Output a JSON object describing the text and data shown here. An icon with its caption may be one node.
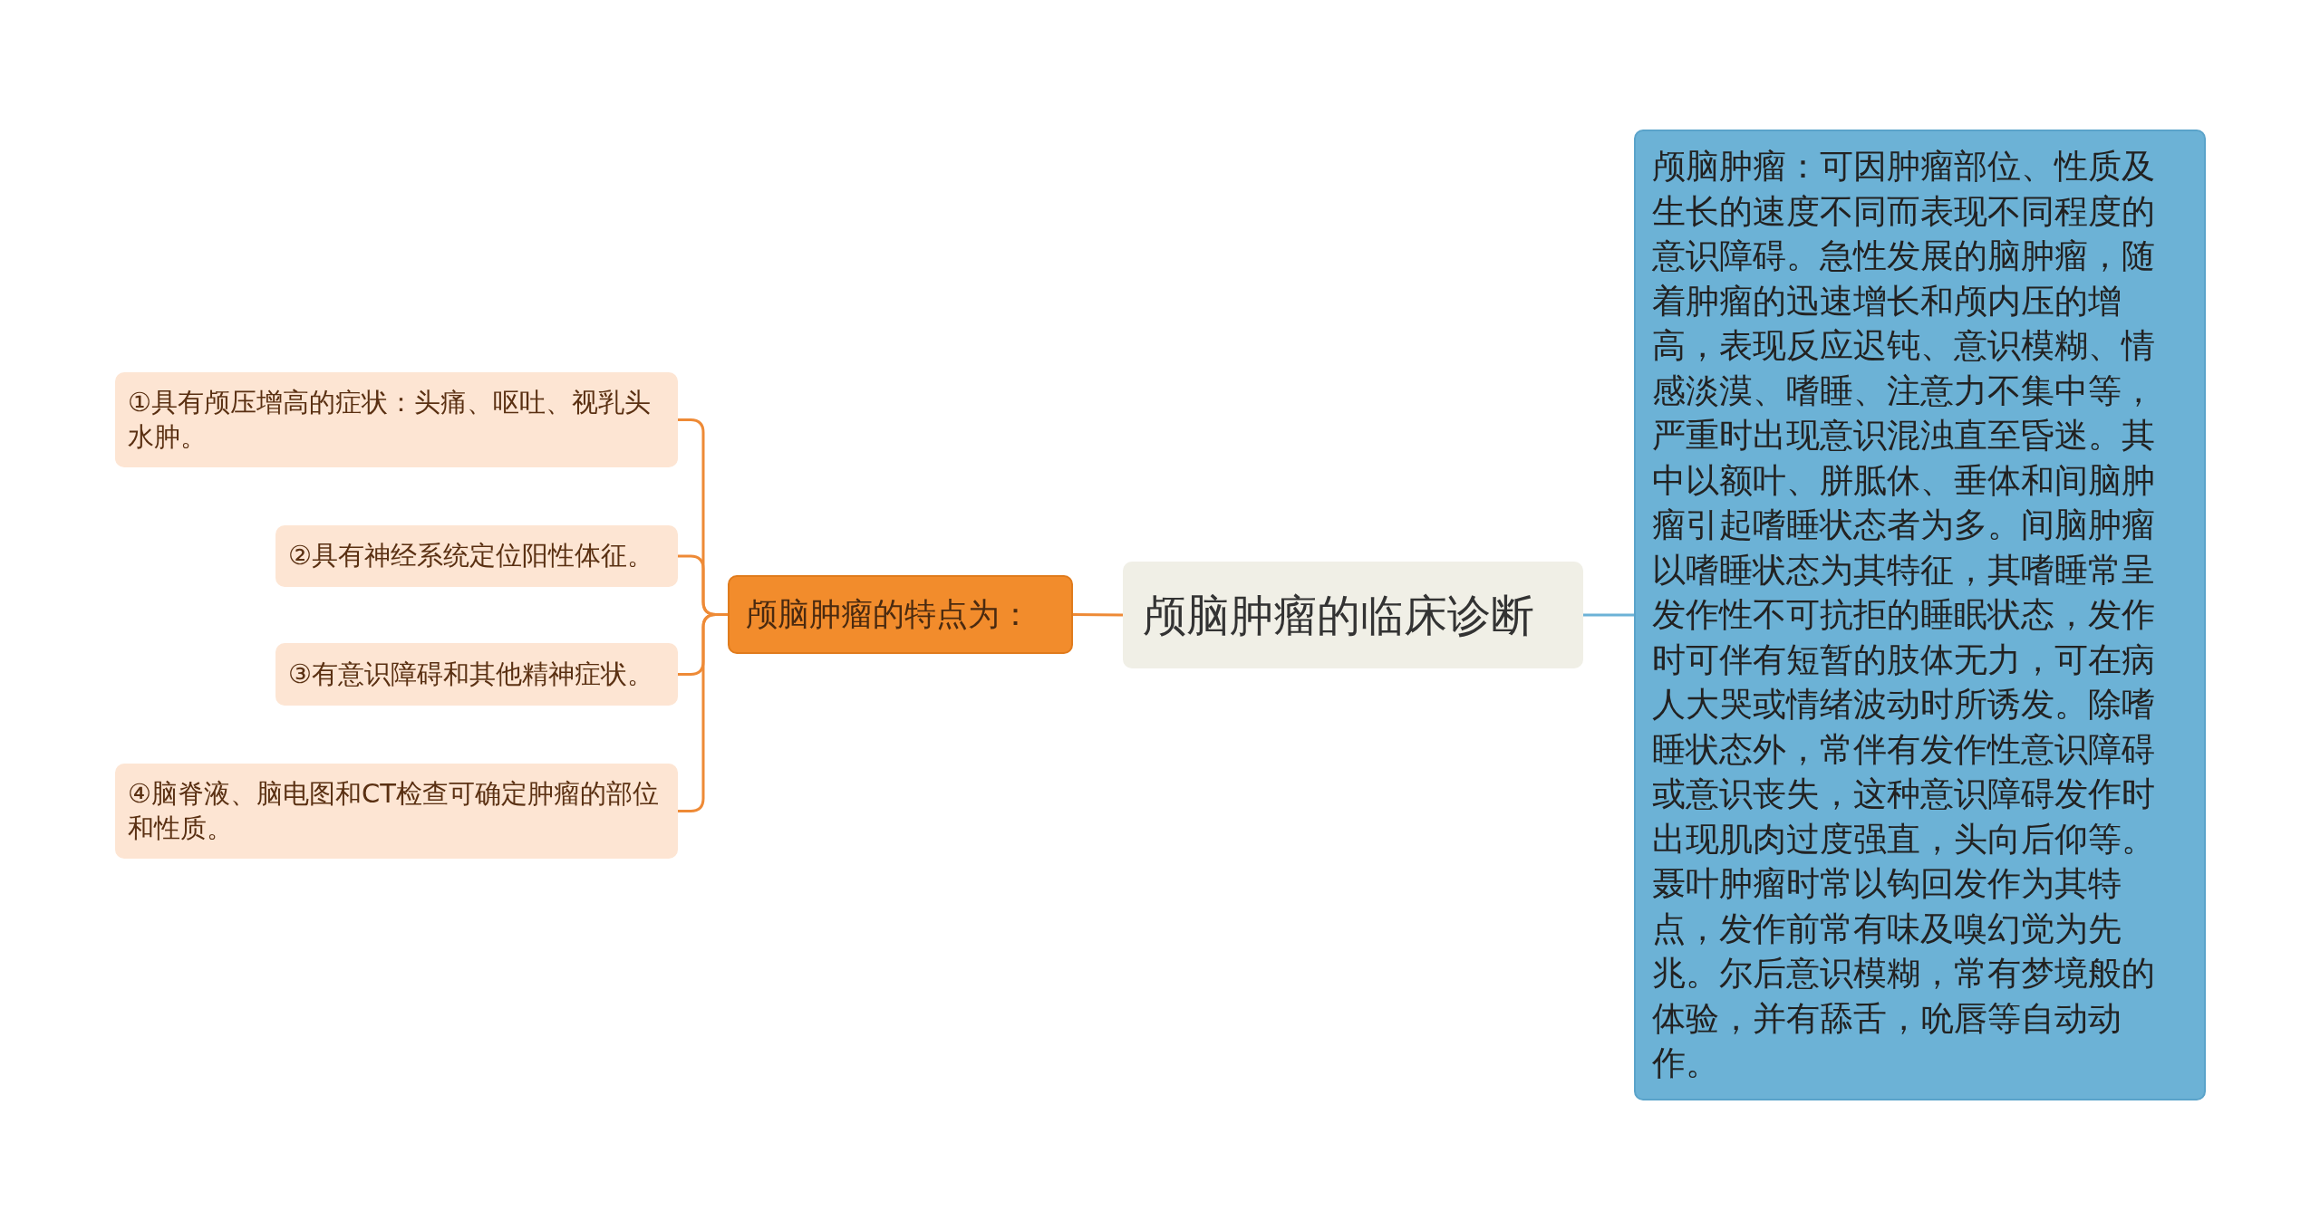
{
  "diagram": {
    "nodes": [
      {
        "text": [
          "颅脑肿瘤的临床诊断"
        ]
      },
      {
        "text": [
          "颅脑肿瘤的特点为："
        ]
      },
      {
        "text": [
          "①具有颅压增高的症状：头痛、呕吐、视乳头水肿。"
        ]
      },
      {
        "text": [
          "②具有神经系统定位阳性体征。"
        ]
      },
      {
        "text": [
          "③有意识障碍和其他精神症状。"
        ]
      },
      {
        "text": [
          "④脑脊液、脑电图和CT检查可确定肿瘤的部位和性质。"
        ]
      },
      {
        "text": [
          "颅脑肿瘤：可因肿瘤部位、性质及生长的速度不同而表现不同程度的意识障碍。急性发展的脑肿瘤，随着肿瘤的迅速增长和颅内压的增高，表现反应迟钝、意识模糊、情感淡漠、嗜睡、注意力不集中等，严重时出现意识混浊直至昏迷。其中以额叶、胼胝休、垂体和间脑肿瘤引起嗜睡状态者为多。间脑肿瘤以嗜睡状态为其特征，其嗜睡常呈发作性不可抗拒的睡眠状态，发作时可伴有短暂的肢体无力，可在病人大哭或情绪波动时所诱发。除嗜睡状态外，常伴有发作性意识障碍或意识丧失，这种意识障碍发作时出现肌肉过度强直，头向后仰等。聂叶肿瘤时常以钩回发作为其特点，发作前常有味及嗅幻觉为先兆。尔后意识模糊，常有梦境般的体验，并有舔舌，吮唇等自动动作。"
        ]
      }
    ],
    "edges": [
      {
        "from": 0,
        "to": 1,
        "arrow": "none",
        "color": "#ee8a36"
      },
      {
        "from": 1,
        "to": 2,
        "arrow": "none",
        "color": "#ee8a36"
      },
      {
        "from": 1,
        "to": 3,
        "arrow": "none",
        "color": "#ee8a36"
      },
      {
        "from": 1,
        "to": 4,
        "arrow": "none",
        "color": "#ee8a36"
      },
      {
        "from": 1,
        "to": 5,
        "arrow": "none",
        "color": "#ee8a36"
      },
      {
        "from": 0,
        "to": 6,
        "arrow": "none",
        "color": "#6cb2d6"
      }
    ]
  }
}
